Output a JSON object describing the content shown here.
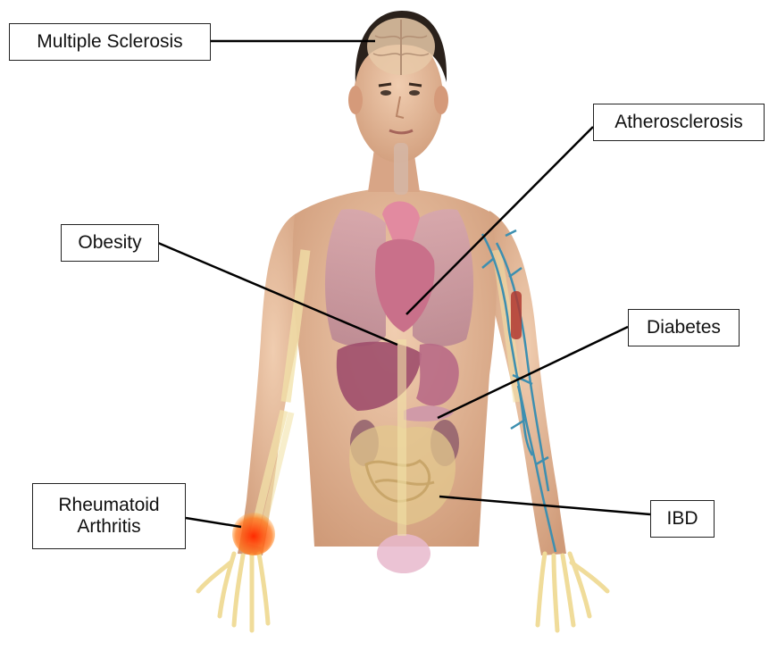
{
  "labels": {
    "multiple_sclerosis": "Multiple Sclerosis",
    "atherosclerosis": "Atherosclerosis",
    "obesity": "Obesity",
    "diabetes": "Diabetes",
    "rheumatoid_line1": "Rheumatoid",
    "rheumatoid_line2": "Arthritis",
    "ibd": "IBD"
  },
  "colors": {
    "skin": "#e6bc9c",
    "skin_shade": "#c98f6d",
    "hair": "#2a211b",
    "lungs": "#cc9aa6",
    "heart": "#c2607c",
    "liver": "#9e4e6b",
    "bone": "#f2e2a8",
    "veins": "#3d8fb0",
    "inflammation": "#ff2a00",
    "leader_line": "#000000"
  }
}
